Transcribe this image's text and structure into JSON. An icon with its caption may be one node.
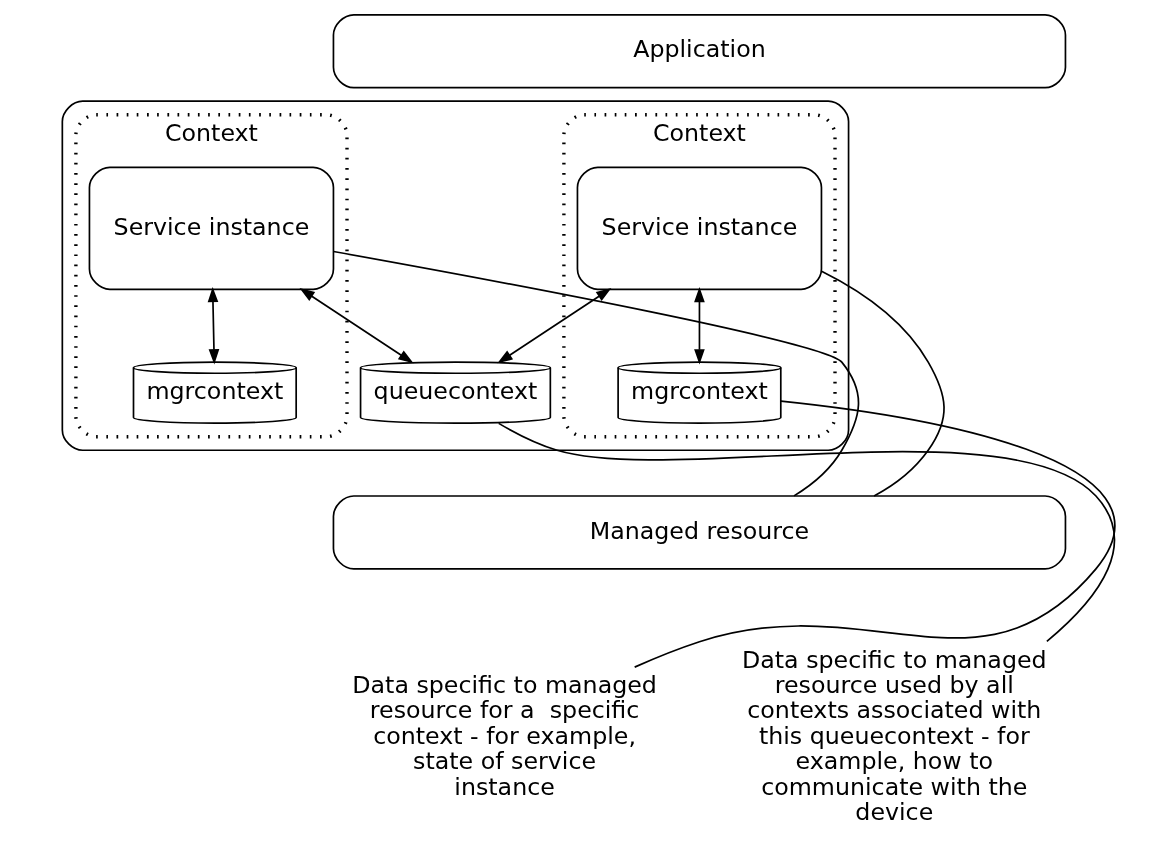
{
  "diagram": {
    "nodes": [
      {
        "text": [
          "Application"
        ]
      },
      {
        "text": [],
        "shape": "box"
      },
      {
        "text": [
          "Context"
        ],
        "in": 1
      },
      {
        "text": [
          "Service instance"
        ],
        "in": 2
      },
      {
        "text": [
          "mgrcontext"
        ],
        "in": 2
      },
      {
        "text": [
          "Context"
        ],
        "in": 1
      },
      {
        "text": [
          "Service instance"
        ],
        "in": 5
      },
      {
        "text": [
          "mgrcontext"
        ],
        "in": 5
      },
      {
        "text": [
          "queuecontext"
        ],
        "in": 1
      },
      {
        "text": [
          "Managed resource"
        ]
      },
      {
        "text": [
          "Data specific to managed resource for a  specific context - for example,  state of service instance"
        ]
      },
      {
        "text": [
          "Data specific to managed resource used by all contexts associated with this queuecontext - for example, how to communicate with the device"
        ]
      }
    ],
    "edges": [
      {
        "from": 3,
        "to": 4,
        "arrow": "both"
      },
      {
        "from": 6,
        "to": 7,
        "arrow": "both"
      },
      {
        "from": 3,
        "to": 8,
        "arrow": "both"
      },
      {
        "from": 6,
        "to": 8,
        "arrow": "both"
      },
      {
        "from": 3,
        "to": 9,
        "arrow": "none"
      },
      {
        "from": 6,
        "to": 9,
        "arrow": "none"
      },
      {
        "from": 10,
        "to": 4,
        "arrow": "none"
      },
      {
        "from": 11,
        "to": 8,
        "arrow": "none"
      }
    ]
  }
}
